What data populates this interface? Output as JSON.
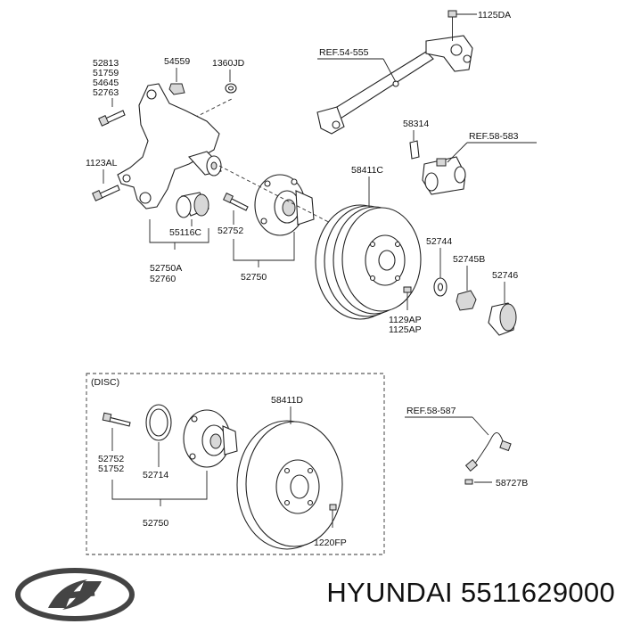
{
  "diagram": {
    "labels": {
      "p1125DA": "1125DA",
      "ref54555": "REF.54-555",
      "p52813": "52813",
      "p51759": "51759",
      "p54645": "54645",
      "p52763": "52763",
      "p54559": "54559",
      "p1360JD": "1360JD",
      "p58314": "58314",
      "ref58583": "REF.58-583",
      "p1123AL": "1123AL",
      "p58411C": "58411C",
      "p55116C": "55116C",
      "p52752a": "52752",
      "p52744": "52744",
      "p52745B": "52745B",
      "p52750A": "52750A",
      "p52760": "52760",
      "p52750a": "52750",
      "p52746": "52746",
      "p1129AP": "1129AP",
      "p1125AP": "1125AP",
      "disc": "(DISC)",
      "p58411D": "58411D",
      "ref58587": "REF.58-587",
      "p52752b": "52752",
      "p51752": "51752",
      "p52714": "52714",
      "p58727B": "58727B",
      "p52750b": "52750",
      "p1220FP": "1220FP"
    }
  },
  "footer": {
    "brand": "HYUNDAI",
    "part_number": "5511629000",
    "brand_line": "HYUNDAI 5511629000"
  }
}
